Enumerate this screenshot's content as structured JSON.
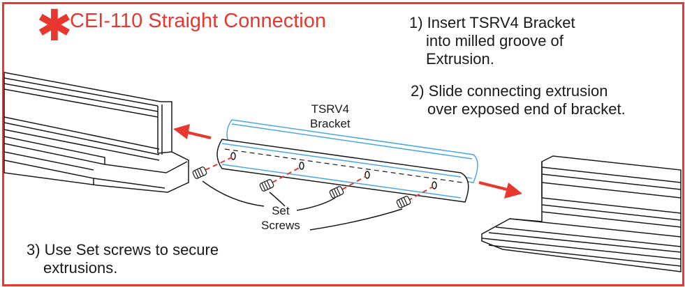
{
  "title": "CEI-110 Straight Connection",
  "title_icon": "asterisk-icon",
  "steps": [
    {
      "line1": "1) Insert TSRV4 Bracket",
      "line2": "into milled groove of",
      "line3": "Extrusion."
    },
    {
      "line1": "2) Slide connecting extrusion",
      "line2": "over exposed end of bracket."
    },
    {
      "line1": "3) Use Set screws to secure",
      "line2": "extrusions."
    }
  ],
  "labels": {
    "bracket_line1": "TSRV4",
    "bracket_line2": "Bracket",
    "screws_line1": "Set",
    "screws_line2": "Screws"
  },
  "colors": {
    "accent": "#e8372e",
    "bracket_outline": "#4aa8e0",
    "ink": "#1a1a1a"
  }
}
